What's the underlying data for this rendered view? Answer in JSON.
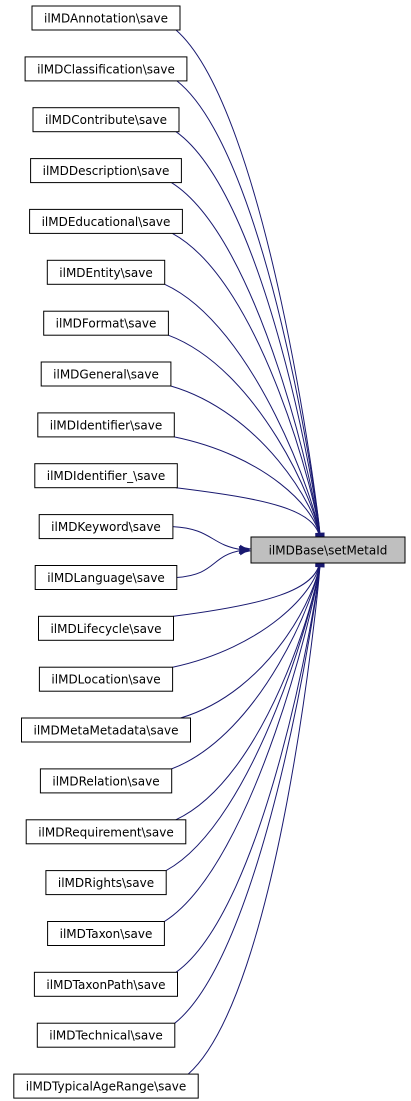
{
  "graph": {
    "target": "ilMDBase\\setMetaId",
    "callers": [
      "ilMDAnnotation\\save",
      "ilMDClassification\\save",
      "ilMDContribute\\save",
      "ilMDDescription\\save",
      "ilMDEducational\\save",
      "ilMDEntity\\save",
      "ilMDFormat\\save",
      "ilMDGeneral\\save",
      "ilMDIdentifier\\save",
      "ilMDIdentifier_\\save",
      "ilMDKeyword\\save",
      "ilMDLanguage\\save",
      "ilMDLifecycle\\save",
      "ilMDLocation\\save",
      "ilMDMetaMetadata\\save",
      "ilMDRelation\\save",
      "ilMDRequirement\\save",
      "ilMDRights\\save",
      "ilMDTaxon\\save",
      "ilMDTaxonPath\\save",
      "ilMDTechnical\\save",
      "ilMDTypicalAgeRange\\save"
    ],
    "edge_color": "#191970",
    "target_fill": "#bfbfbf"
  }
}
